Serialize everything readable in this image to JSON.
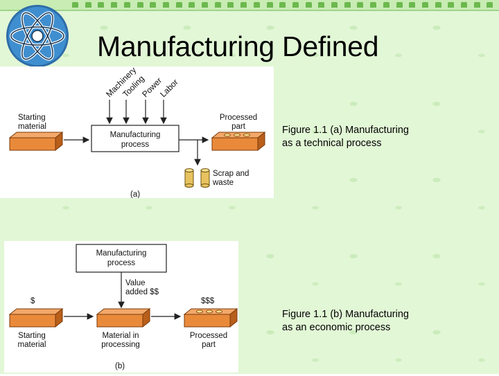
{
  "slide": {
    "title": "Manufacturing Defined",
    "colors": {
      "background": "#e2f7d6",
      "box_orange": "#e98a3b",
      "cylinder": "#e7c25f"
    }
  },
  "figure_a": {
    "inputs": [
      "Machinery",
      "Tooling",
      "Power",
      "Labor"
    ],
    "starting_label": [
      "Starting",
      "material"
    ],
    "process_label": [
      "Manufacturing",
      "process"
    ],
    "processed_label": [
      "Processed",
      "part"
    ],
    "scrap_label": [
      "Scrap and",
      "waste"
    ],
    "sub_label": "(a)",
    "caption_lines": [
      "Figure 1.1 (a) Manufacturing",
      "as a technical process"
    ]
  },
  "figure_b": {
    "process_label": [
      "Manufacturing",
      "process"
    ],
    "value_label": [
      "Value",
      "added $$"
    ],
    "dollar_start": "$",
    "dollar_end": "$$$",
    "starting_label": [
      "Starting",
      "material"
    ],
    "middle_label": [
      "Material in",
      "processing"
    ],
    "processed_label": [
      "Processed",
      "part"
    ],
    "sub_label": "(b)",
    "caption_lines": [
      "Figure 1.1 (b) Manufacturing",
      "as an economic process"
    ]
  }
}
